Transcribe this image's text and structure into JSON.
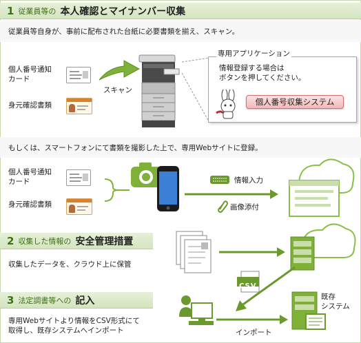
{
  "step1": {
    "number": "1",
    "prefix": "従業員等の",
    "title": "本人確認とマイナンバー収集",
    "description": "従業員等自身が、事前に配布された台紙に必要書類を揃え、スキャン。",
    "card_label": "個人番号通知\nカード",
    "id_label": "身元確認書類",
    "scan_label": "スキャン",
    "callout_title": "専用アプリケーション",
    "callout_text": "情報登録する場合は\nボタンを押してください。",
    "button_label": "個人番号収集システム",
    "alt_description": "もしくは、スマートフォンにて書類を撮影した上で、専用Webサイトに登録。",
    "card_label_2": "個人番号通知\nカード",
    "id_label_2": "身元確認書類",
    "info_input_label": "情報入力",
    "image_attach_label": "画像添付"
  },
  "step2": {
    "number": "2",
    "prefix": "収集した情報の",
    "title": "安全管理措置",
    "description": "収集したデータを、クラウド上に保管"
  },
  "step3": {
    "number": "3",
    "prefix": "法定調書等への",
    "title": "記入",
    "description": "専用Webサイトより情報をCSV形式にて\n取得し、既存システムへインポート",
    "csv_label": "CSV",
    "import_label": "インポート",
    "existing_system_label": "既存\nシステム"
  },
  "colors": {
    "accent_green": "#6a9a2e",
    "banner_green": "#d4e4bf",
    "button_pink": "#f4b7b7"
  }
}
